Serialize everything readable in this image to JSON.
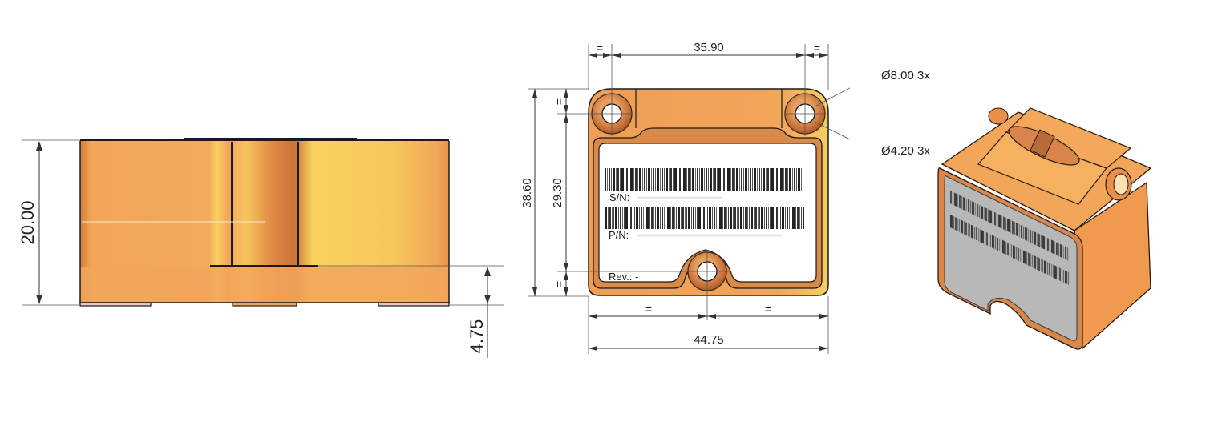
{
  "drawing": {
    "colors": {
      "body_main": "#F2A65A",
      "body_light": "#F7D05A",
      "body_dark": "#C86A2A",
      "label_bg": "#FFFFFF",
      "label_iso": "#B8B8B8",
      "line": "#222222",
      "background": "#FFFFFF"
    },
    "side_view": {
      "height_dim": "20.00",
      "slot_depth_dim": "4.75"
    },
    "front_view": {
      "hole_spacing_dim": "35.90",
      "equal_left": "=",
      "equal_right": "=",
      "overall_height_dim": "38.60",
      "hole_vertical_dim": "29.30",
      "equal_top": "=",
      "equal_bottom": "=",
      "equal_bottom_left": "=",
      "equal_bottom_right": "=",
      "overall_width_dim": "44.75",
      "label": {
        "sn_label": "S/N:",
        "pn_label": "P/N:",
        "rev_label": "Rev.: -"
      },
      "callouts": [
        {
          "text": "Ø8.00 3x",
          "target": "counterbore-diameter"
        },
        {
          "text": "Ø4.20 3x",
          "target": "hole-diameter"
        }
      ]
    },
    "iso_view": {
      "description": "isometric-3d-view"
    }
  }
}
